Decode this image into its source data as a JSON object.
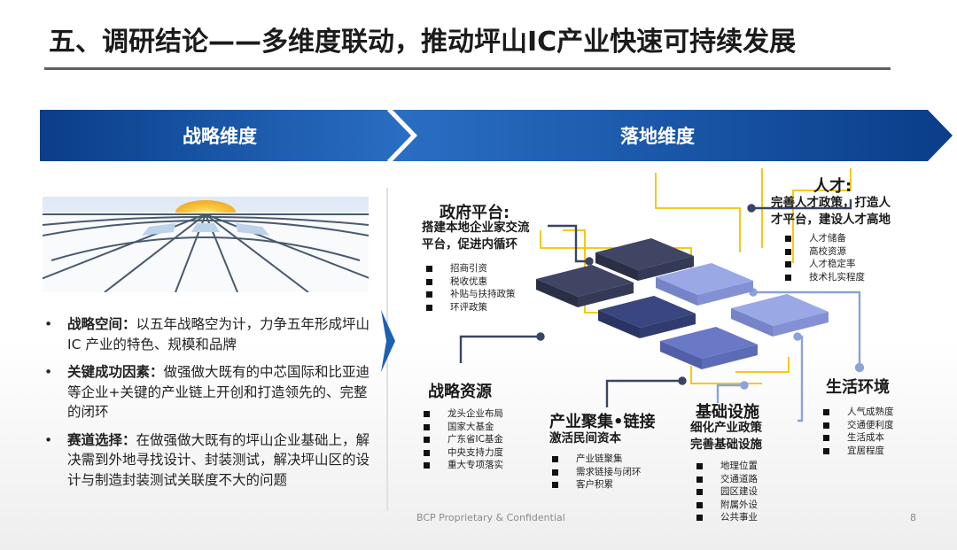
{
  "title": "五、调研结论——多维度联动，推动坪山IC产业快速可持续发展",
  "banner": {
    "left_label": "战略维度",
    "right_label": "落地维度"
  },
  "colors": {
    "banner_dark": "#0a3d8a",
    "banner_light": "#2a6fc4",
    "connector_yellow": "#f3c200",
    "dark_tile": "#3a3f5c",
    "light_tile": "#8c9be0"
  },
  "strategy_points": [
    {
      "head": "战略空间：",
      "text": "以五年战略空为计，力争五年形成坪山IC 产业的特色、规模和品牌"
    },
    {
      "head": "关键成功因素：",
      "text": "做强做大既有的中芯国际和比亚迪等企业+关键的产业链上开创和打造领先的、完整的闭环"
    },
    {
      "head": "赛道选择：",
      "text": "在做强做大既有的坪山企业基础上，解决需到外地寻找设计、封装测试，解决坪山区的设计与制造封装测试关联度不大的问题"
    }
  ],
  "nodes": {
    "government": {
      "title": "政府平台:",
      "sub": [
        "搭建本地企业家交流",
        "平台，促进内循环"
      ],
      "items": [
        "招商引资",
        "税收优惠",
        "补贴与扶持政策",
        "环评政策"
      ]
    },
    "talent": {
      "title": "人才:",
      "sub": [
        "完善人才政策，打造人",
        "才平台，建设人才高地"
      ],
      "items": [
        "人才储备",
        "高校资源",
        "人才稳定率",
        "技术扎实程度"
      ]
    },
    "strategic_resources": {
      "title": "战略资源",
      "items": [
        "龙头企业布局",
        "国家大基金",
        "广东省IC基金",
        "中央支持力度",
        "重大专项落实"
      ]
    },
    "cluster": {
      "title": "产业聚集•链接",
      "sub": [
        "激活民间资本"
      ],
      "items": [
        "产业链聚集",
        "需求链接与闭环",
        "客户积累"
      ]
    },
    "infrastructure": {
      "title": "基础设施",
      "sub": [
        "细化产业政策",
        "完善基础设施"
      ],
      "items": [
        "地理位置",
        "交通道路",
        "园区建设",
        "附属外设",
        "公共事业"
      ]
    },
    "living": {
      "title": "生活环境",
      "items": [
        "人气成熟度",
        "交通便利度",
        "生活成本",
        "宜居程度"
      ]
    }
  },
  "footer": "BCP Proprietary & Confidential",
  "page_number": "8"
}
